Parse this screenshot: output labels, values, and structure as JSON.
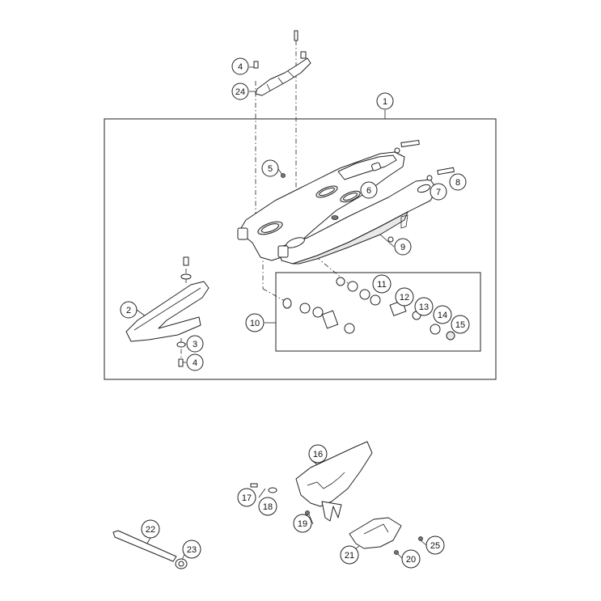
{
  "callouts": {
    "c1": "1",
    "c2": "2",
    "c3": "3",
    "c4a": "4",
    "c4b": "4",
    "c5": "5",
    "c6": "6",
    "c7": "7",
    "c8": "8",
    "c9": "9",
    "c10": "10",
    "c11": "11",
    "c12": "12",
    "c13": "13",
    "c14": "14",
    "c15": "15",
    "c16": "16",
    "c17": "17",
    "c18": "18",
    "c19": "19",
    "c20": "20",
    "c21": "21",
    "c22": "22",
    "c23": "23",
    "c24": "24",
    "c25": "25"
  }
}
